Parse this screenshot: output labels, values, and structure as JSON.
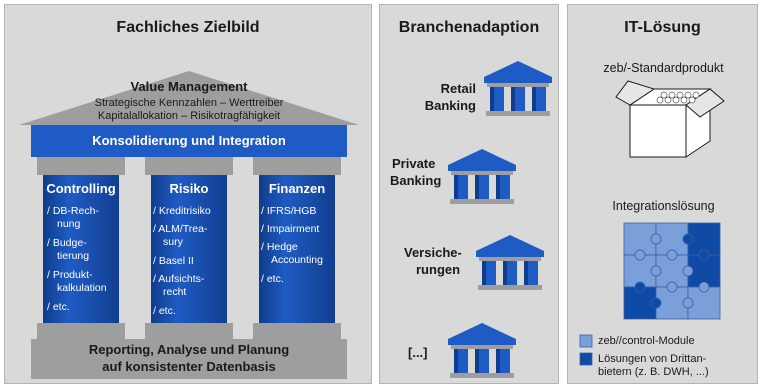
{
  "left": {
    "title": "Fachliches Zielbild",
    "roof": {
      "title": "Value Management",
      "line1": "Strategische Kennzahlen – Werttreiber",
      "line2": "Kapitalallokation – Risikotragfähigkeit"
    },
    "beam": "Konsolidierung und Integration",
    "pillars": [
      {
        "title": "Controlling",
        "items": [
          "/ DB-Rech-",
          "nung",
          "/ Budge-",
          "tierung",
          "/ Produkt-",
          "kalkulation",
          "/ etc."
        ]
      },
      {
        "title": "Risiko",
        "items": [
          "/ Kreditrisiko",
          "/ ALM/Trea-",
          "sury",
          "/ Basel II",
          "/ Aufsichts-",
          "recht",
          "/ etc."
        ]
      },
      {
        "title": "Finanzen",
        "items": [
          "/ IFRS/HGB",
          "/ Impairment",
          "/ Hedge",
          "Accounting",
          "/ etc."
        ]
      }
    ],
    "base": {
      "line1": "Reporting, Analyse und Planung",
      "line2": "auf konsistenter Datenbasis"
    }
  },
  "middle": {
    "title": "Branchenadaption",
    "items": [
      {
        "line1": "Retail",
        "line2": "Banking"
      },
      {
        "line1": "Private",
        "line2": "Banking"
      },
      {
        "line1": "Versiche-",
        "line2": "rungen"
      },
      {
        "line1": "[...]",
        "line2": ""
      }
    ]
  },
  "right": {
    "title": "IT-Lösung",
    "standard": "zeb/-Standardprodukt",
    "integration": "Integrationslösung",
    "legend": [
      {
        "label": "zeb//control-Module",
        "color": "#7a9fd9"
      },
      {
        "label1": "Lösungen von Drittan-",
        "label2": "bietern (z. B. DWH, ...)",
        "color": "#0f4aa6"
      }
    ]
  },
  "colors": {
    "blue": "#1f5bc4",
    "dark_blue": "#0f3d8c",
    "light_blue": "#7a9fd9",
    "grey": "#9e9e9e",
    "panel": "#d9d9d9"
  }
}
